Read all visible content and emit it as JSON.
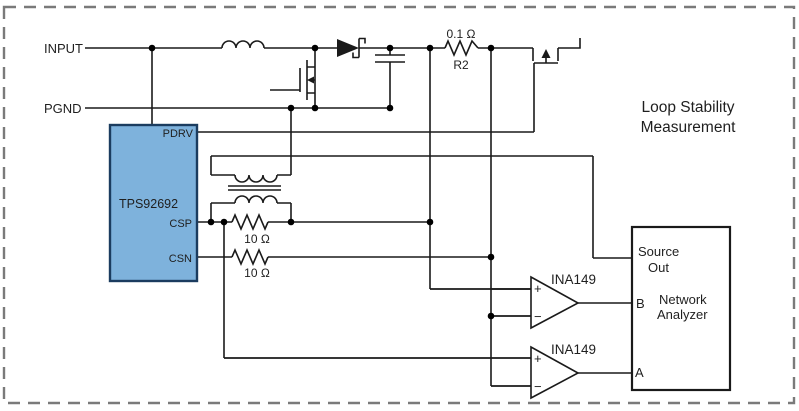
{
  "title": {
    "line1": "Loop Stability",
    "line2": "Measurement"
  },
  "nets": {
    "input_label": "INPUT",
    "pgnd_label": "PGND"
  },
  "ic": {
    "part_number": "TPS92692",
    "pin_pdrv": "PDRV",
    "pin_csp": "CSP",
    "pin_csn": "CSN"
  },
  "resistors": {
    "r2_value": "0.1 Ω",
    "r2_ref": "R2",
    "csp_resistor_value": "10 Ω",
    "csn_resistor_value": "10 Ω"
  },
  "amplifiers": {
    "top_label": "INA149",
    "bottom_label": "INA149",
    "plus": "+",
    "minus": "−"
  },
  "analyzer": {
    "source_line1": "Source",
    "source_line2": "Out",
    "port_b": "B",
    "port_a": "A",
    "name_line1": "Network",
    "name_line2": "Analyzer"
  },
  "colors": {
    "ic_fill": "#7EB2DC",
    "ic_border": "#1B3C5F",
    "wire": "#1a1a1a",
    "frame_dash": "#7a7a7a",
    "background": "#ffffff"
  }
}
